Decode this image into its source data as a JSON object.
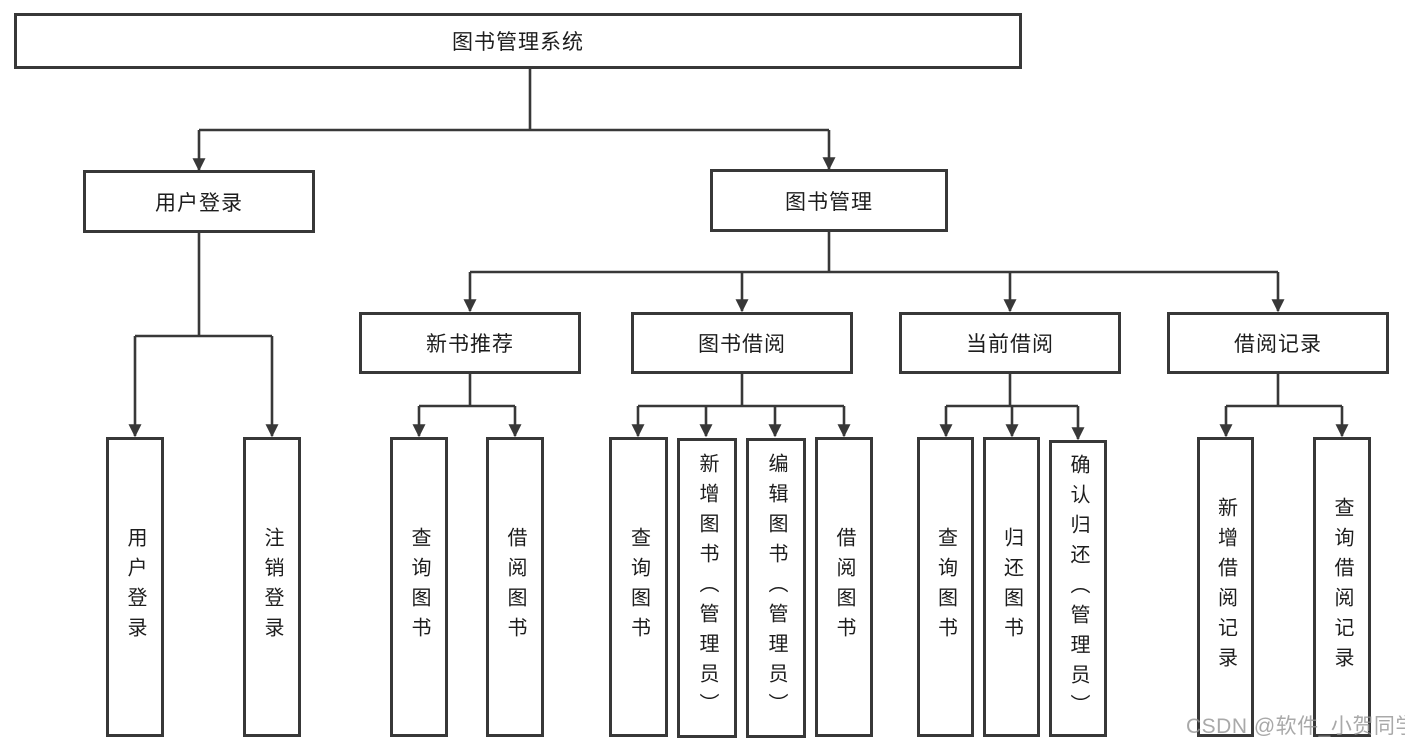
{
  "diagram_title": "图书管理系统",
  "tree": {
    "label": "图书管理系统",
    "children": [
      {
        "label": "用户登录",
        "children": [
          {
            "label": "用户登录"
          },
          {
            "label": "注销登录"
          }
        ]
      },
      {
        "label": "图书管理",
        "children": [
          {
            "label": "新书推荐",
            "children": [
              {
                "label": "查询图书"
              },
              {
                "label": "借阅图书"
              }
            ]
          },
          {
            "label": "图书借阅",
            "children": [
              {
                "label": "查询图书"
              },
              {
                "label": "新增图书（管理员）"
              },
              {
                "label": "编辑图书（管理员）"
              },
              {
                "label": "借阅图书"
              }
            ]
          },
          {
            "label": "当前借阅",
            "children": [
              {
                "label": "查询图书"
              },
              {
                "label": "归还图书"
              },
              {
                "label": "确认归还（管理员）"
              }
            ]
          },
          {
            "label": "借阅记录",
            "children": [
              {
                "label": "新增借阅记录"
              },
              {
                "label": "查询借阅记录"
              }
            ]
          }
        ]
      }
    ]
  },
  "watermark": {
    "text": "CSDN @软件_小贺同学"
  },
  "colors": {
    "line": "#383838",
    "box_border": "#383838",
    "text": "#1d1d1d",
    "watermark": "#949494",
    "background": "#ffffff"
  }
}
